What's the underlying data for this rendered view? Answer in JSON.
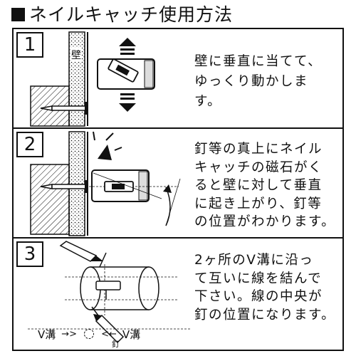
{
  "header": {
    "title": "ネイルキャッチ使用方法"
  },
  "steps": [
    {
      "number": "1",
      "wall_label": "壁",
      "description": "壁に垂直に当てて、\nゆっくり動かしま\nす。"
    },
    {
      "number": "2",
      "description": "釘等の真上にネイル\nキャッチの磁石がく\nると壁に対して垂直\nに起き上がり、釘等\nの位置がわかります。"
    },
    {
      "number": "3",
      "description": "2ヶ所のV溝に沿っ\nて互いに線を結んで\n下さい。線の中央が\n釘の位置になります。",
      "legend": {
        "left": "V溝",
        "right": "V溝",
        "nail": "釘"
      }
    }
  ]
}
